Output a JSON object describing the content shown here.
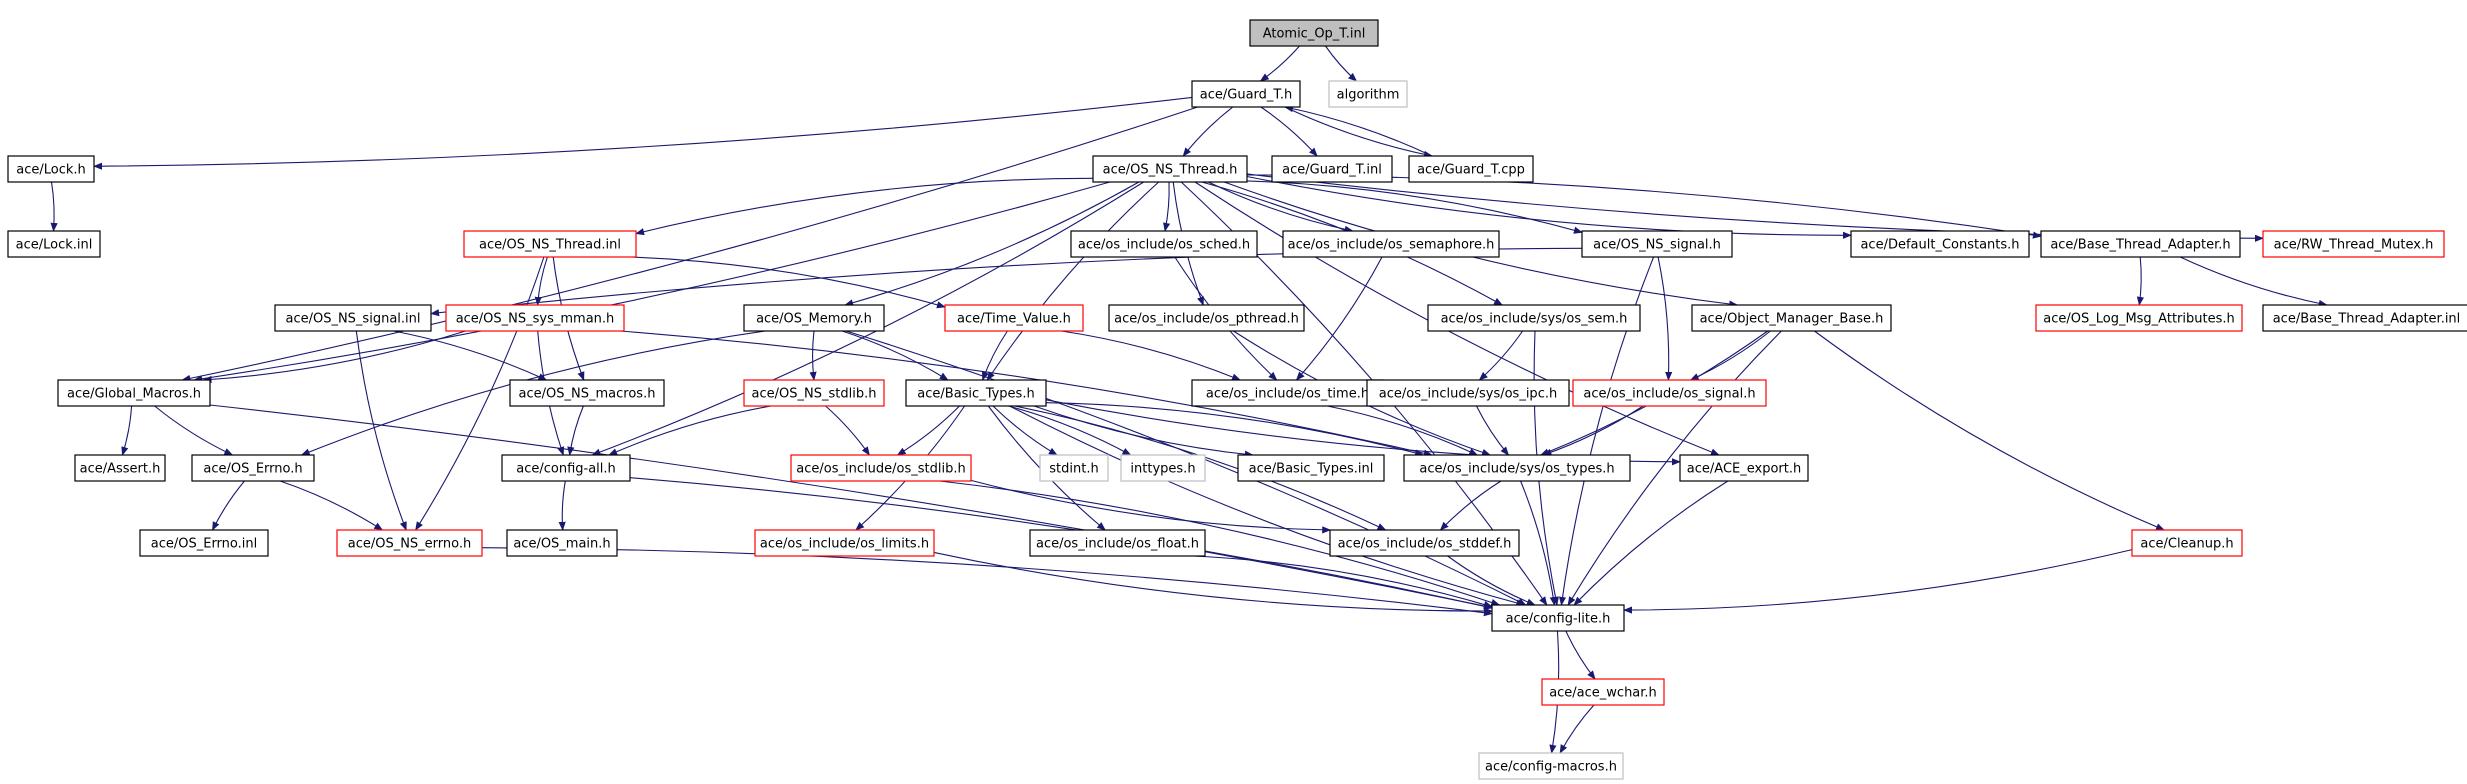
{
  "colors": {
    "edge": "#191970",
    "normal_border": "#000000",
    "missing_border": "#bfbfbf",
    "incomplete_border": "#ff0000",
    "root_fill": "#bfbfbf"
  },
  "chart_data": {
    "type": "diagram",
    "nodes": [
      {
        "id": "atomic_op_t_inl",
        "label": "Atomic_Op_T.inl",
        "kind": "root"
      },
      {
        "id": "guard_t_h",
        "label": "ace/Guard_T.h",
        "kind": "normal"
      },
      {
        "id": "algorithm",
        "label": "algorithm",
        "kind": "missing"
      },
      {
        "id": "lock_h",
        "label": "ace/Lock.h",
        "kind": "normal"
      },
      {
        "id": "os_ns_thread_h",
        "label": "ace/OS_NS_Thread.h",
        "kind": "normal"
      },
      {
        "id": "guard_t_inl",
        "label": "ace/Guard_T.inl",
        "kind": "normal"
      },
      {
        "id": "guard_t_cpp",
        "label": "ace/Guard_T.cpp",
        "kind": "normal"
      },
      {
        "id": "lock_inl",
        "label": "ace/Lock.inl",
        "kind": "normal"
      },
      {
        "id": "os_ns_thread_inl",
        "label": "ace/OS_NS_Thread.inl",
        "kind": "incomplete"
      },
      {
        "id": "os_sched_h",
        "label": "ace/os_include/os_sched.h",
        "kind": "normal"
      },
      {
        "id": "os_semaphore_h",
        "label": "ace/os_include/os_semaphore.h",
        "kind": "normal"
      },
      {
        "id": "os_ns_signal_h",
        "label": "ace/OS_NS_signal.h",
        "kind": "normal"
      },
      {
        "id": "default_constants_h",
        "label": "ace/Default_Constants.h",
        "kind": "normal"
      },
      {
        "id": "base_thread_adapter_h",
        "label": "ace/Base_Thread_Adapter.h",
        "kind": "normal"
      },
      {
        "id": "rw_thread_mutex_h",
        "label": "ace/RW_Thread_Mutex.h",
        "kind": "incomplete"
      },
      {
        "id": "os_ns_signal_inl",
        "label": "ace/OS_NS_signal.inl",
        "kind": "normal"
      },
      {
        "id": "os_ns_sys_mman_h",
        "label": "ace/OS_NS_sys_mman.h",
        "kind": "incomplete"
      },
      {
        "id": "os_memory_h",
        "label": "ace/OS_Memory.h",
        "kind": "normal"
      },
      {
        "id": "time_value_h",
        "label": "ace/Time_Value.h",
        "kind": "incomplete"
      },
      {
        "id": "os_pthread_h",
        "label": "ace/os_include/os_pthread.h",
        "kind": "normal"
      },
      {
        "id": "os_sem_h",
        "label": "ace/os_include/sys/os_sem.h",
        "kind": "normal"
      },
      {
        "id": "object_manager_base_h",
        "label": "ace/Object_Manager_Base.h",
        "kind": "normal"
      },
      {
        "id": "os_log_msg_attributes_h",
        "label": "ace/OS_Log_Msg_Attributes.h",
        "kind": "incomplete"
      },
      {
        "id": "base_thread_adapter_inl",
        "label": "ace/Base_Thread_Adapter.inl",
        "kind": "normal"
      },
      {
        "id": "global_macros_h",
        "label": "ace/Global_Macros.h",
        "kind": "normal"
      },
      {
        "id": "os_ns_macros_h",
        "label": "ace/OS_NS_macros.h",
        "kind": "normal"
      },
      {
        "id": "os_ns_stdlib_h",
        "label": "ace/OS_NS_stdlib.h",
        "kind": "incomplete"
      },
      {
        "id": "basic_types_h",
        "label": "ace/Basic_Types.h",
        "kind": "normal"
      },
      {
        "id": "os_time_h",
        "label": "ace/os_include/os_time.h",
        "kind": "normal"
      },
      {
        "id": "os_ipc_h",
        "label": "ace/os_include/sys/os_ipc.h",
        "kind": "normal"
      },
      {
        "id": "os_signal_h",
        "label": "ace/os_include/os_signal.h",
        "kind": "incomplete"
      },
      {
        "id": "assert_h",
        "label": "ace/Assert.h",
        "kind": "normal"
      },
      {
        "id": "os_errno_h",
        "label": "ace/OS_Errno.h",
        "kind": "normal"
      },
      {
        "id": "config_all_h",
        "label": "ace/config-all.h",
        "kind": "normal"
      },
      {
        "id": "os_stdlib_h",
        "label": "ace/os_include/os_stdlib.h",
        "kind": "incomplete"
      },
      {
        "id": "stdint_h",
        "label": "stdint.h",
        "kind": "missing"
      },
      {
        "id": "inttypes_h",
        "label": "inttypes.h",
        "kind": "missing"
      },
      {
        "id": "basic_types_inl",
        "label": "ace/Basic_Types.inl",
        "kind": "normal"
      },
      {
        "id": "os_types_h",
        "label": "ace/os_include/sys/os_types.h",
        "kind": "normal"
      },
      {
        "id": "ace_export_h",
        "label": "ace/ACE_export.h",
        "kind": "normal"
      },
      {
        "id": "os_errno_inl",
        "label": "ace/OS_Errno.inl",
        "kind": "normal"
      },
      {
        "id": "os_ns_errno_h",
        "label": "ace/OS_NS_errno.h",
        "kind": "incomplete"
      },
      {
        "id": "os_main_h",
        "label": "ace/OS_main.h",
        "kind": "normal"
      },
      {
        "id": "os_limits_h",
        "label": "ace/os_include/os_limits.h",
        "kind": "incomplete"
      },
      {
        "id": "os_float_h",
        "label": "ace/os_include/os_float.h",
        "kind": "normal"
      },
      {
        "id": "os_stddef_h",
        "label": "ace/os_include/os_stddef.h",
        "kind": "normal"
      },
      {
        "id": "cleanup_h",
        "label": "ace/Cleanup.h",
        "kind": "incomplete"
      },
      {
        "id": "config_lite_h",
        "label": "ace/config-lite.h",
        "kind": "normal"
      },
      {
        "id": "ace_wchar_h",
        "label": "ace/ace_wchar.h",
        "kind": "incomplete"
      },
      {
        "id": "config_macros_h",
        "label": "ace/config-macros.h",
        "kind": "missing"
      }
    ],
    "edges": [
      {
        "from": "atomic_op_t_inl",
        "to": "guard_t_h"
      },
      {
        "from": "atomic_op_t_inl",
        "to": "algorithm"
      },
      {
        "from": "guard_t_h",
        "to": "lock_h"
      },
      {
        "from": "guard_t_h",
        "to": "os_ns_thread_h"
      },
      {
        "from": "guard_t_h",
        "to": "guard_t_inl"
      },
      {
        "from": "guard_t_h",
        "to": "guard_t_cpp"
      },
      {
        "from": "guard_t_h",
        "to": "global_macros_h"
      },
      {
        "from": "guard_t_cpp",
        "to": "guard_t_h"
      },
      {
        "from": "lock_h",
        "to": "lock_inl"
      },
      {
        "from": "os_ns_thread_h",
        "to": "os_ns_thread_inl"
      },
      {
        "from": "os_ns_thread_h",
        "to": "os_sched_h"
      },
      {
        "from": "os_ns_thread_h",
        "to": "os_semaphore_h"
      },
      {
        "from": "os_ns_thread_h",
        "to": "os_ns_signal_h"
      },
      {
        "from": "os_ns_thread_h",
        "to": "default_constants_h"
      },
      {
        "from": "os_ns_thread_h",
        "to": "base_thread_adapter_h"
      },
      {
        "from": "os_ns_thread_h",
        "to": "rw_thread_mutex_h"
      },
      {
        "from": "os_ns_thread_h",
        "to": "os_memory_h"
      },
      {
        "from": "os_ns_thread_h",
        "to": "os_pthread_h"
      },
      {
        "from": "os_ns_thread_h",
        "to": "os_sem_h"
      },
      {
        "from": "os_ns_thread_h",
        "to": "object_manager_base_h"
      },
      {
        "from": "os_ns_thread_h",
        "to": "global_macros_h"
      },
      {
        "from": "os_ns_thread_h",
        "to": "basic_types_h"
      },
      {
        "from": "os_ns_thread_h",
        "to": "config_all_h"
      },
      {
        "from": "os_ns_thread_h",
        "to": "ace_export_h"
      },
      {
        "from": "os_ns_thread_h",
        "to": "config_lite_h"
      },
      {
        "from": "os_ns_thread_inl",
        "to": "os_ns_sys_mman_h"
      },
      {
        "from": "os_ns_thread_inl",
        "to": "time_value_h"
      },
      {
        "from": "os_ns_thread_inl",
        "to": "os_ns_macros_h"
      },
      {
        "from": "os_ns_thread_inl",
        "to": "os_ns_errno_h"
      },
      {
        "from": "os_sched_h",
        "to": "os_time_h"
      },
      {
        "from": "os_semaphore_h",
        "to": "os_time_h"
      },
      {
        "from": "os_ns_signal_h",
        "to": "os_ns_signal_inl"
      },
      {
        "from": "os_ns_signal_h",
        "to": "os_signal_h"
      },
      {
        "from": "os_ns_signal_h",
        "to": "config_lite_h"
      },
      {
        "from": "base_thread_adapter_h",
        "to": "os_log_msg_attributes_h"
      },
      {
        "from": "base_thread_adapter_h",
        "to": "base_thread_adapter_inl"
      },
      {
        "from": "os_ns_signal_inl",
        "to": "os_ns_macros_h"
      },
      {
        "from": "os_ns_signal_inl",
        "to": "os_ns_errno_h"
      },
      {
        "from": "os_ns_sys_mman_h",
        "to": "global_macros_h"
      },
      {
        "from": "os_ns_sys_mman_h",
        "to": "config_all_h"
      },
      {
        "from": "os_ns_sys_mman_h",
        "to": "os_types_h"
      },
      {
        "from": "os_memory_h",
        "to": "os_errno_h"
      },
      {
        "from": "os_memory_h",
        "to": "basic_types_h"
      },
      {
        "from": "os_memory_h",
        "to": "os_ns_stdlib_h"
      },
      {
        "from": "os_memory_h",
        "to": "config_lite_h"
      },
      {
        "from": "time_value_h",
        "to": "basic_types_h"
      },
      {
        "from": "time_value_h",
        "to": "os_time_h"
      },
      {
        "from": "os_pthread_h",
        "to": "os_types_h"
      },
      {
        "from": "os_sem_h",
        "to": "os_ipc_h"
      },
      {
        "from": "os_sem_h",
        "to": "config_lite_h"
      },
      {
        "from": "object_manager_base_h",
        "to": "os_signal_h"
      },
      {
        "from": "object_manager_base_h",
        "to": "cleanup_h"
      },
      {
        "from": "object_manager_base_h",
        "to": "os_types_h"
      },
      {
        "from": "object_manager_base_h",
        "to": "config_lite_h"
      },
      {
        "from": "global_macros_h",
        "to": "assert_h"
      },
      {
        "from": "global_macros_h",
        "to": "os_errno_h"
      },
      {
        "from": "global_macros_h",
        "to": "config_lite_h"
      },
      {
        "from": "os_ns_macros_h",
        "to": "config_all_h"
      },
      {
        "from": "os_ns_stdlib_h",
        "to": "os_stdlib_h"
      },
      {
        "from": "os_ns_stdlib_h",
        "to": "config_all_h"
      },
      {
        "from": "basic_types_h",
        "to": "os_stdlib_h"
      },
      {
        "from": "basic_types_h",
        "to": "stdint_h"
      },
      {
        "from": "basic_types_h",
        "to": "inttypes_h"
      },
      {
        "from": "basic_types_h",
        "to": "basic_types_inl"
      },
      {
        "from": "basic_types_h",
        "to": "os_types_h"
      },
      {
        "from": "basic_types_h",
        "to": "ace_export_h"
      },
      {
        "from": "basic_types_h",
        "to": "os_limits_h"
      },
      {
        "from": "basic_types_h",
        "to": "os_float_h"
      },
      {
        "from": "basic_types_h",
        "to": "os_stddef_h"
      },
      {
        "from": "basic_types_h",
        "to": "config_lite_h"
      },
      {
        "from": "os_time_h",
        "to": "os_types_h"
      },
      {
        "from": "os_ipc_h",
        "to": "os_types_h"
      },
      {
        "from": "os_signal_h",
        "to": "os_types_h"
      },
      {
        "from": "os_errno_h",
        "to": "os_errno_inl"
      },
      {
        "from": "os_errno_h",
        "to": "os_ns_errno_h"
      },
      {
        "from": "config_all_h",
        "to": "os_main_h"
      },
      {
        "from": "config_all_h",
        "to": "config_lite_h"
      },
      {
        "from": "os_stdlib_h",
        "to": "os_stddef_h"
      },
      {
        "from": "os_stdlib_h",
        "to": "config_lite_h"
      },
      {
        "from": "os_types_h",
        "to": "os_stddef_h"
      },
      {
        "from": "os_types_h",
        "to": "config_lite_h"
      },
      {
        "from": "ace_export_h",
        "to": "config_lite_h"
      },
      {
        "from": "os_ns_errno_h",
        "to": "config_lite_h"
      },
      {
        "from": "os_limits_h",
        "to": "config_lite_h"
      },
      {
        "from": "os_float_h",
        "to": "config_lite_h"
      },
      {
        "from": "os_stddef_h",
        "to": "config_lite_h"
      },
      {
        "from": "cleanup_h",
        "to": "config_lite_h"
      },
      {
        "from": "config_lite_h",
        "to": "ace_wchar_h"
      },
      {
        "from": "config_lite_h",
        "to": "config_macros_h"
      },
      {
        "from": "ace_wchar_h",
        "to": "config_macros_h"
      }
    ]
  }
}
